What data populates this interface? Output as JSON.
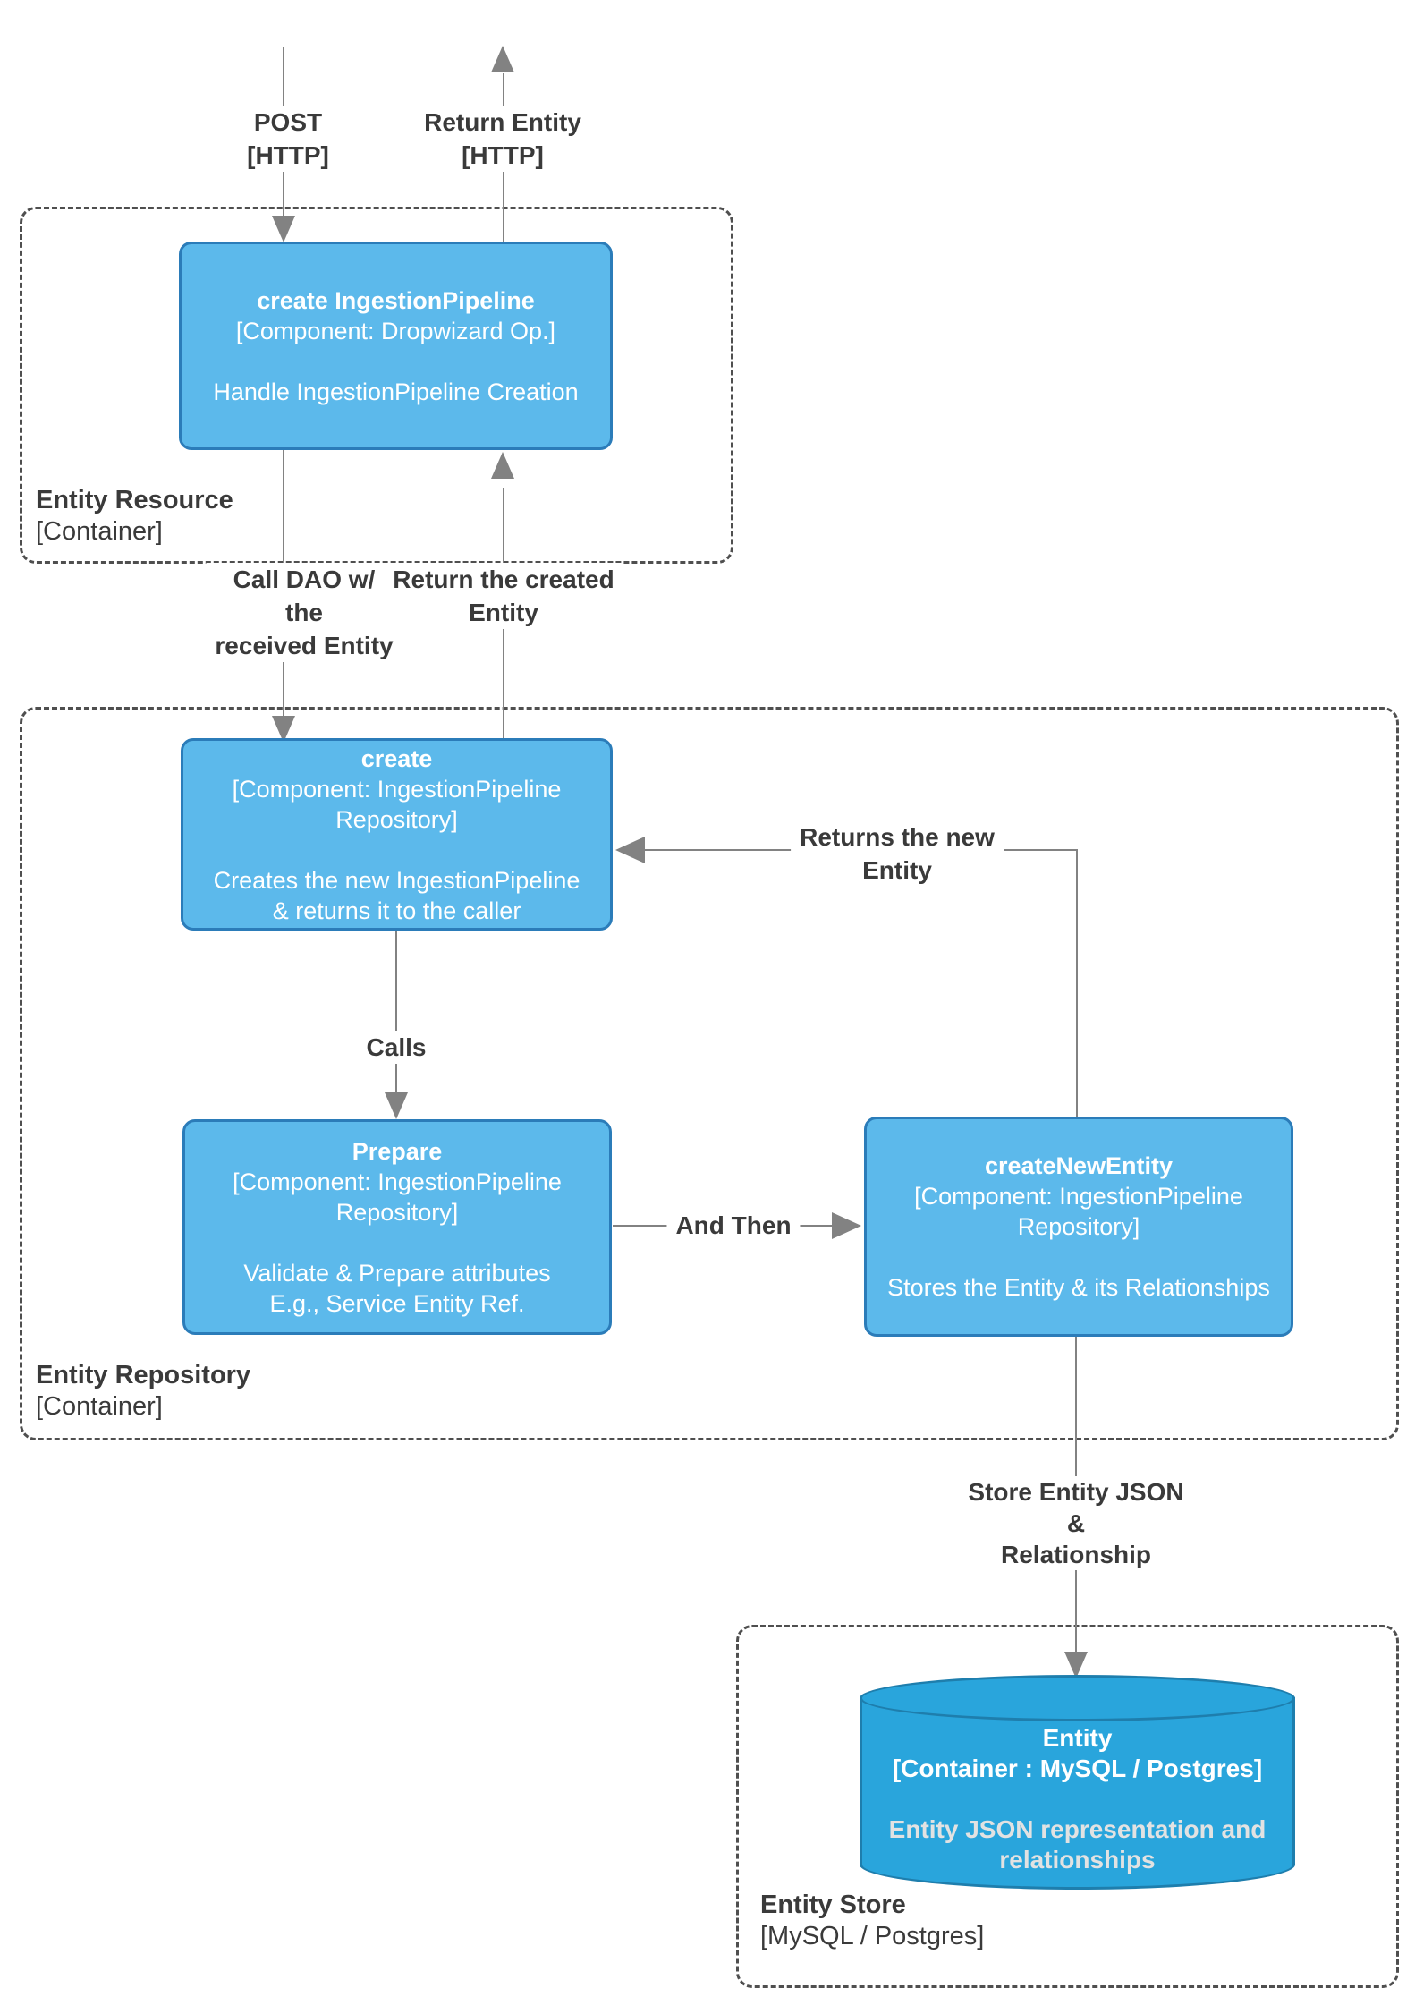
{
  "colors": {
    "box_fill": "#5CB9EB",
    "box_border": "#2B7CB9",
    "cyl_fill": "#29A5DC",
    "cyl_border": "#1E7EAD",
    "line": "#828282",
    "dash": "#4F4F4F",
    "label_text": "#3A3A3A",
    "box_text": "#FFFFFF",
    "cyl_desc": "#E2E2E2",
    "bg": "#FFFFFF"
  },
  "labels": {
    "post": {
      "lines": [
        "POST",
        "[HTTP]"
      ]
    },
    "return_entity": {
      "lines": [
        "Return Entity",
        "[HTTP]"
      ]
    },
    "call_dao": {
      "lines": [
        "Call DAO w/",
        "the",
        "received Entity"
      ]
    },
    "return_created": {
      "lines": [
        "Return the created",
        "Entity"
      ]
    },
    "calls": {
      "lines": [
        "Calls"
      ]
    },
    "and_then": {
      "lines": [
        "And Then"
      ]
    },
    "returns_new": {
      "lines": [
        "Returns the new",
        "Entity"
      ]
    },
    "store": {
      "lines": [
        "Store Entity JSON",
        "&",
        "Relationship"
      ]
    }
  },
  "containers": {
    "entity_resource": {
      "title": "Entity Resource",
      "subtitle": "[Container]"
    },
    "entity_repository": {
      "title": "Entity Repository",
      "subtitle": "[Container]"
    },
    "entity_store": {
      "title": "Entity Store",
      "subtitle": "[MySQL / Postgres]"
    }
  },
  "boxes": {
    "create_pipeline": {
      "lines": [
        "create IngestionPipeline",
        "[Component: Dropwizard Op.]",
        "",
        "Handle IngestionPipeline Creation"
      ]
    },
    "create": {
      "lines": [
        "create",
        "[Component: IngestionPipeline",
        "Repository]",
        "",
        "Creates the new IngestionPipeline",
        "& returns it to the caller"
      ]
    },
    "prepare": {
      "lines": [
        "Prepare",
        "[Component: IngestionPipeline",
        "Repository]",
        "",
        "Validate & Prepare attributes",
        "E.g., Service Entity Ref."
      ]
    },
    "create_new_entity": {
      "lines": [
        "createNewEntity",
        "[Component: IngestionPipeline",
        "Repository]",
        "",
        "Stores the Entity & its Relationships"
      ]
    }
  },
  "cylinder": {
    "lines": [
      "Entity",
      "[Container : MySQL / Postgres]",
      "",
      "Entity JSON representation and",
      "relationships"
    ]
  }
}
